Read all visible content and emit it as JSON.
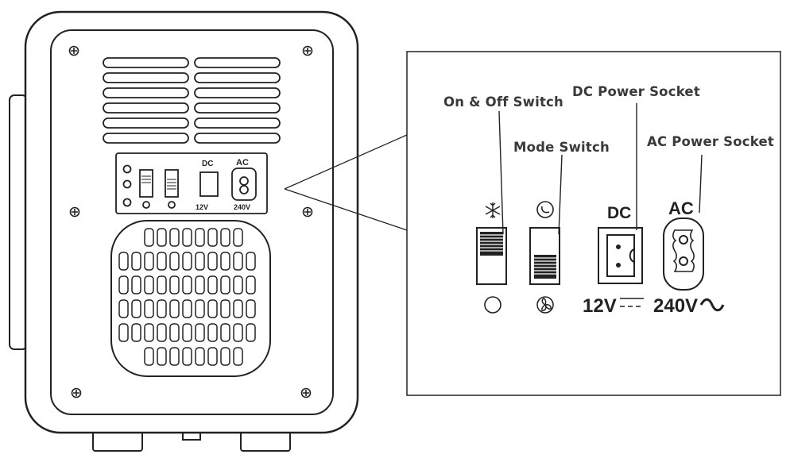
{
  "callouts": {
    "on_off_switch": "On & Off Switch",
    "mode_switch": "Mode Switch",
    "dc_socket": "DC Power Socket",
    "ac_socket": "AC Power Socket"
  },
  "panel": {
    "dc_label": "DC",
    "ac_label": "AC",
    "dc_voltage": "12V",
    "ac_voltage": "240V"
  },
  "icons": [
    "snowflake-icon",
    "eco-mode-icon",
    "power-off-icon",
    "fan-icon",
    "dc-current-symbol",
    "ac-current-symbol"
  ]
}
